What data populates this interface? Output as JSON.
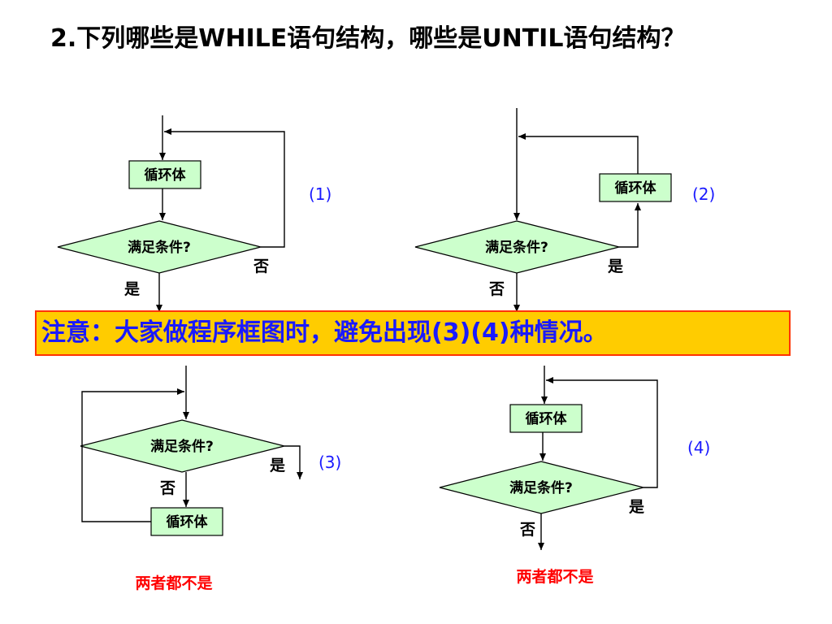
{
  "title": "2.下列哪些是WHILE语句结构，哪些是UNTIL语句结构？",
  "note": "注意：大家做程序框图时，避免出现(3)(4)种情况。",
  "labels": {
    "loop_body": "循环体",
    "condition": "满足条件?",
    "yes": "是",
    "no": "否",
    "neither": "两者都不是"
  },
  "figures": {
    "f1": "(1)",
    "f2": "(2)",
    "f3": "(3)",
    "f4": "(4)"
  },
  "colors": {
    "node_fill": "#ccffcc",
    "note_background": "#ffcc00",
    "note_border": "#ff3300",
    "note_text": "#1a1aff",
    "figure_number": "#1a1aff",
    "verdict_text": "#ff0000"
  }
}
